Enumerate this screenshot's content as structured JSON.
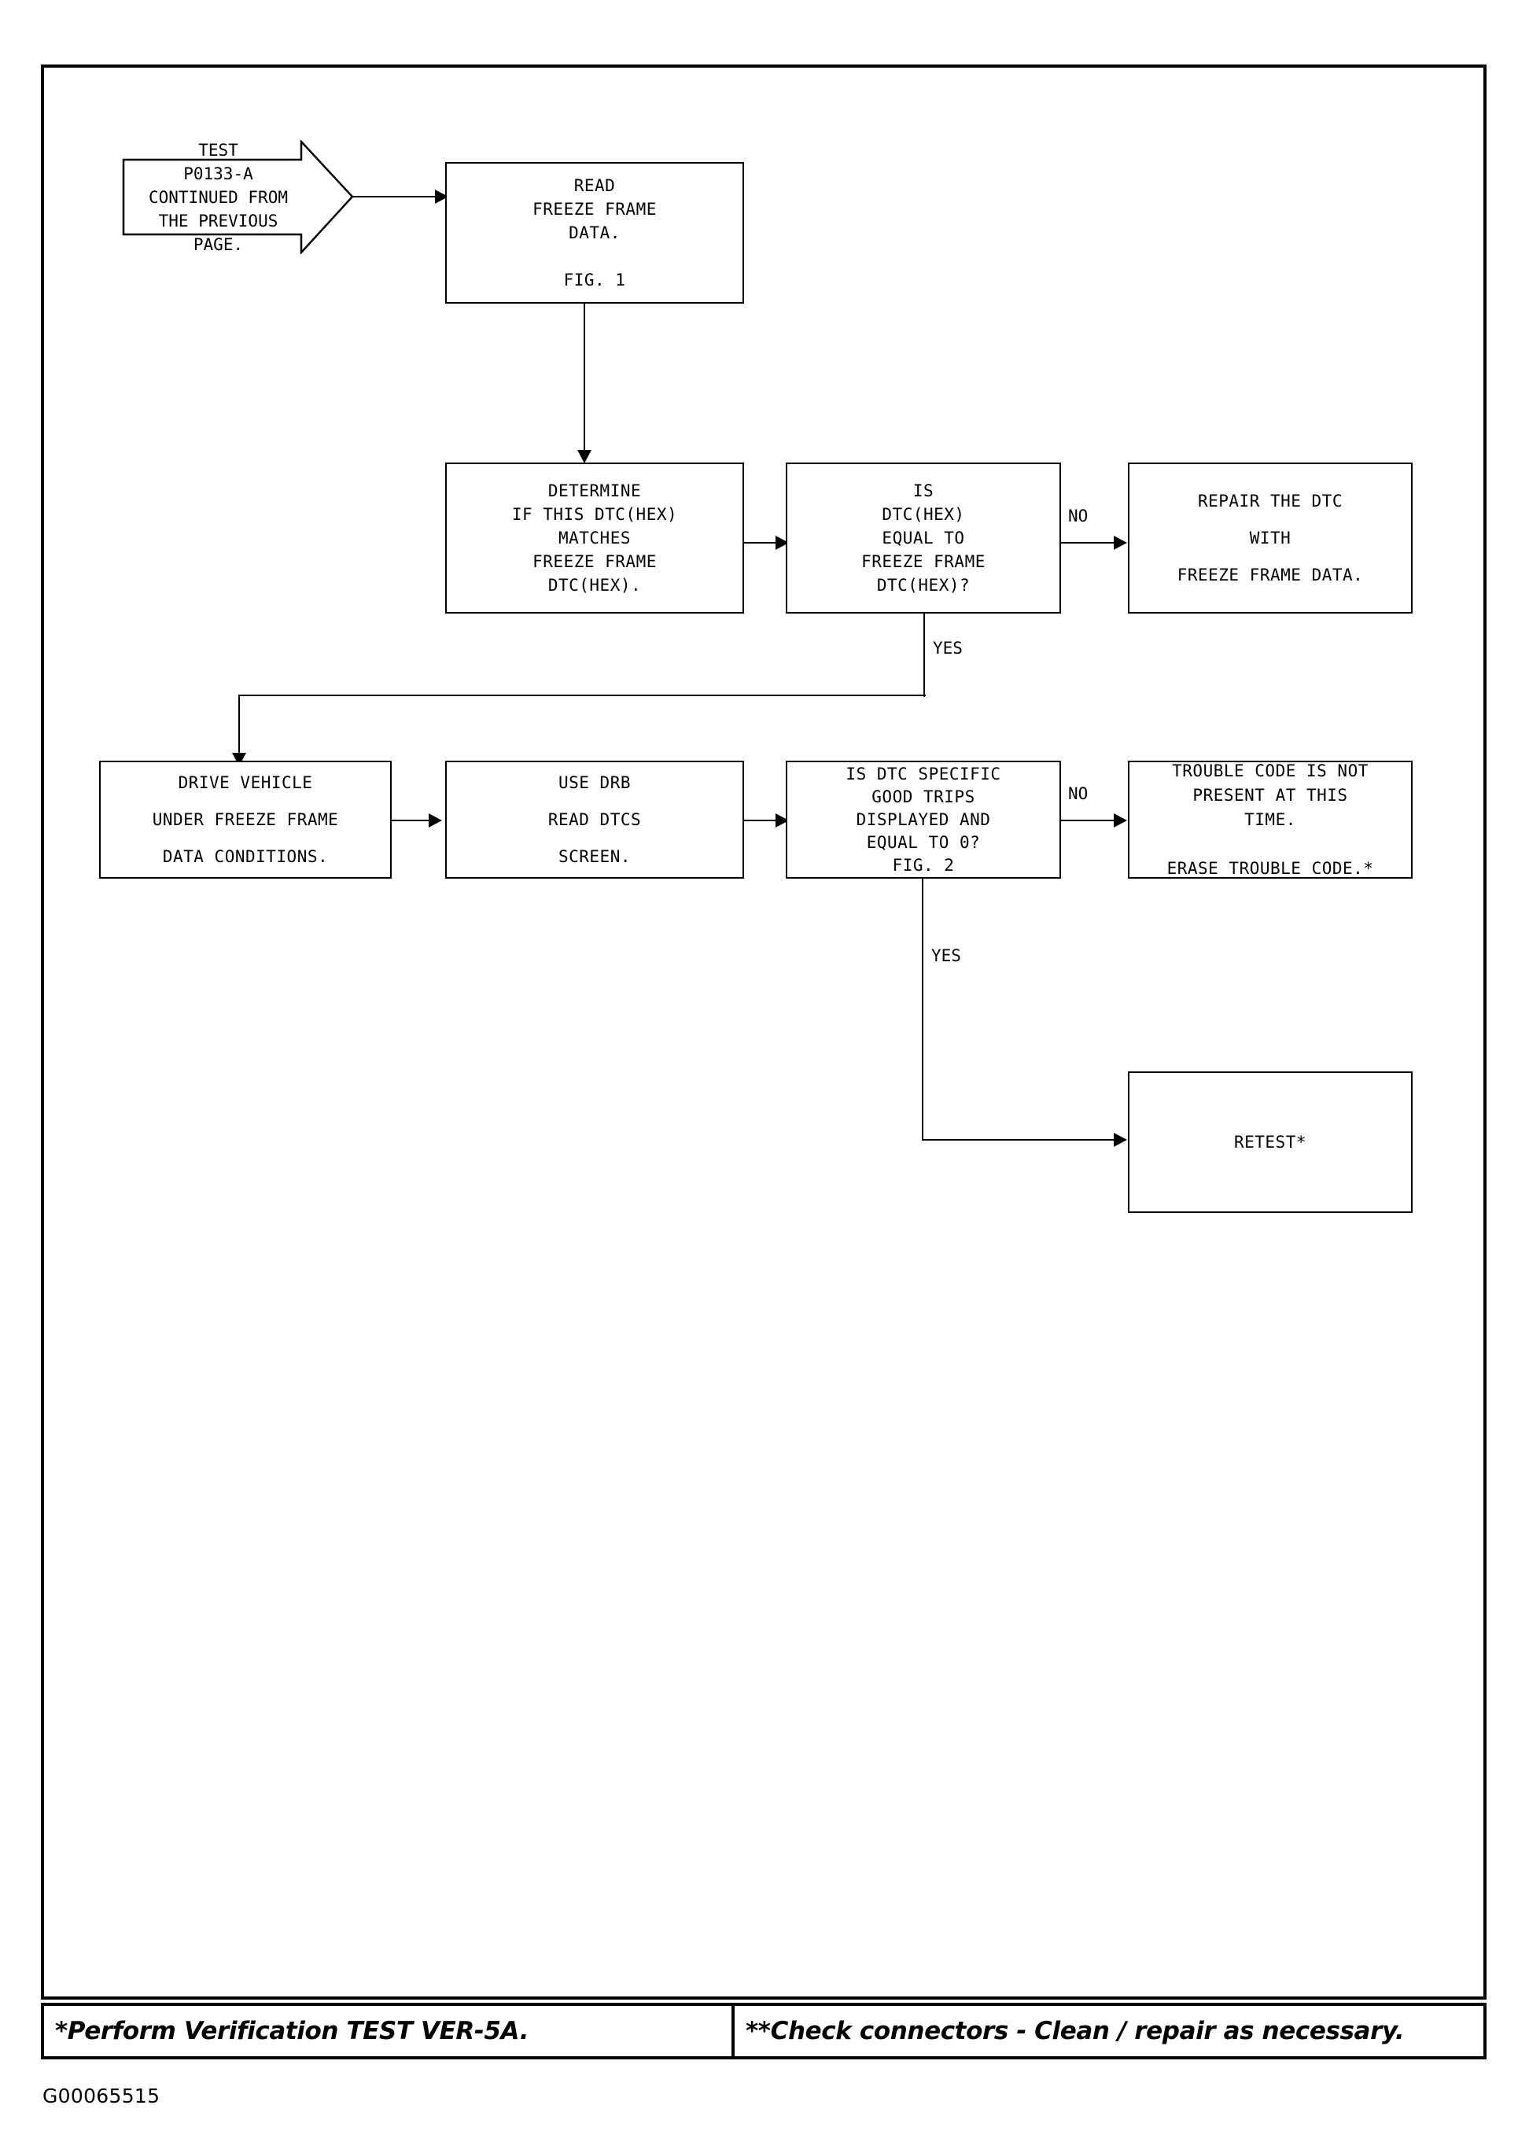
{
  "document": {
    "id_code": "G00065515",
    "type": "diagnostic-flowchart"
  },
  "chart_data": {
    "type": "diagram",
    "title": "TEST P0133-A continued flowchart",
    "nodes": [
      {
        "id": "entry",
        "shape": "arrow-banner",
        "lines": [
          "TEST",
          "P0133-A",
          "CONTINUED FROM",
          "THE PREVIOUS",
          "PAGE."
        ]
      },
      {
        "id": "read_ff",
        "shape": "process",
        "lines": [
          "READ",
          "FREEZE FRAME",
          "DATA.",
          "",
          "FIG. 1"
        ]
      },
      {
        "id": "determine",
        "shape": "process",
        "lines": [
          "DETERMINE",
          "IF THIS DTC(HEX)",
          "MATCHES",
          "FREEZE FRAME",
          "DTC(HEX)."
        ]
      },
      {
        "id": "is_equal",
        "shape": "decision",
        "lines": [
          "IS",
          "DTC(HEX)",
          "EQUAL TO",
          "FREEZE FRAME",
          "DTC(HEX)?"
        ]
      },
      {
        "id": "repair",
        "shape": "process",
        "lines": [
          "REPAIR THE DTC",
          "WITH",
          "FREEZE FRAME DATA."
        ]
      },
      {
        "id": "drive",
        "shape": "process",
        "lines": [
          "DRIVE VEHICLE",
          "UNDER FREEZE FRAME",
          "DATA CONDITIONS."
        ]
      },
      {
        "id": "use_drb",
        "shape": "process",
        "lines": [
          "USE DRB",
          "READ DTCS",
          "SCREEN."
        ]
      },
      {
        "id": "good_trips",
        "shape": "decision",
        "lines": [
          "IS DTC SPECIFIC",
          "GOOD TRIPS",
          "DISPLAYED AND",
          "EQUAL TO 0?",
          "FIG. 2"
        ]
      },
      {
        "id": "not_present",
        "shape": "process",
        "lines": [
          "TROUBLE CODE IS NOT",
          "PRESENT AT THIS",
          "TIME.",
          "",
          "ERASE TROUBLE CODE.*"
        ]
      },
      {
        "id": "retest",
        "shape": "process",
        "lines": [
          "RETEST*"
        ]
      }
    ],
    "edges": [
      {
        "from": "entry",
        "to": "read_ff",
        "label": ""
      },
      {
        "from": "read_ff",
        "to": "determine",
        "label": ""
      },
      {
        "from": "determine",
        "to": "is_equal",
        "label": ""
      },
      {
        "from": "is_equal",
        "to": "repair",
        "label": "NO"
      },
      {
        "from": "is_equal",
        "to": "drive",
        "label": "YES"
      },
      {
        "from": "drive",
        "to": "use_drb",
        "label": ""
      },
      {
        "from": "use_drb",
        "to": "good_trips",
        "label": ""
      },
      {
        "from": "good_trips",
        "to": "not_present",
        "label": "NO"
      },
      {
        "from": "good_trips",
        "to": "retest",
        "label": "YES"
      }
    ]
  },
  "nodes": {
    "entry": {
      "l1": "TEST",
      "l2": "P0133-A",
      "l3": "CONTINUED FROM",
      "l4": "THE PREVIOUS",
      "l5": "PAGE."
    },
    "read_freeze_frame": {
      "l1": "READ",
      "l2": "FREEZE FRAME",
      "l3": "DATA.",
      "l4": " ",
      "l5": "FIG. 1"
    },
    "determine": {
      "l1": "DETERMINE",
      "l2": "IF THIS DTC(HEX)",
      "l3": "MATCHES",
      "l4": "FREEZE FRAME",
      "l5": "DTC(HEX)."
    },
    "is_equal": {
      "l1": "IS",
      "l2": "DTC(HEX)",
      "l3": "EQUAL TO",
      "l4": "FREEZE FRAME",
      "l5": "DTC(HEX)?"
    },
    "repair": {
      "l1": "REPAIR THE DTC",
      "l2": "WITH",
      "l3": "FREEZE FRAME DATA."
    },
    "drive_vehicle": {
      "l1": "DRIVE VEHICLE",
      "l2": "UNDER FREEZE FRAME",
      "l3": "DATA CONDITIONS."
    },
    "use_drb": {
      "l1": "USE DRB",
      "l2": "READ DTCS",
      "l3": "SCREEN."
    },
    "good_trips": {
      "l1": "IS DTC SPECIFIC",
      "l2": "GOOD TRIPS",
      "l3": "DISPLAYED AND",
      "l4": "EQUAL TO 0?",
      "l5": "FIG. 2"
    },
    "not_present": {
      "l1": "TROUBLE CODE IS NOT",
      "l2": "PRESENT AT THIS",
      "l3": "TIME.",
      "l4": " ",
      "l5": "ERASE TROUBLE CODE.*"
    },
    "retest": {
      "l1": "RETEST*"
    }
  },
  "labels": {
    "no_1": "NO",
    "yes_1": "YES",
    "no_2": "NO",
    "yes_2": "YES"
  },
  "footer": {
    "left": "*Perform Verification TEST VER-5A.",
    "right": "**Check connectors - Clean / repair as necessary."
  },
  "colors": {
    "ink": "#000000",
    "paper": "#ffffff"
  }
}
